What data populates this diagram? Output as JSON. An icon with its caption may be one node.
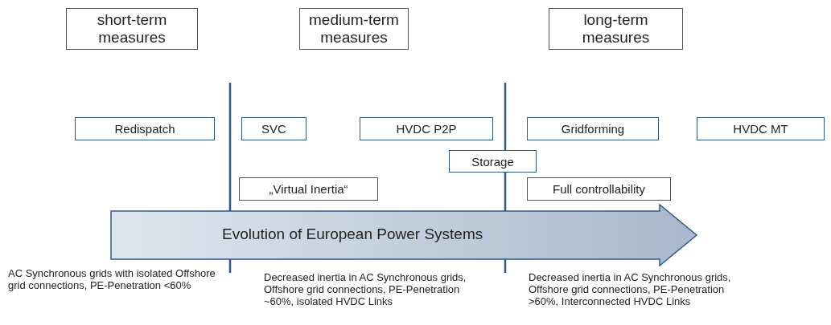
{
  "diagram": {
    "nodes": [
      {
        "text": [
          "short-term measures"
        ]
      },
      {
        "text": [
          "medium-term measures"
        ]
      },
      {
        "text": [
          "long-term measures"
        ]
      },
      {
        "text": [
          "Redispatch"
        ]
      },
      {
        "text": [
          "SVC"
        ]
      },
      {
        "text": [
          "HVDC P2P"
        ]
      },
      {
        "text": [
          "Gridforming"
        ]
      },
      {
        "text": [
          "HVDC MT"
        ]
      },
      {
        "text": [
          "Storage"
        ]
      },
      {
        "text": [
          "„Virtual Inertia“"
        ]
      },
      {
        "text": [
          "Full controllability"
        ]
      },
      {
        "text": [
          "Evolution of European Power Systems"
        ]
      }
    ],
    "edges": [],
    "labels": [
      "AC Synchronous grids with isolated Offshore grid connections, PE-Penetration <60%",
      "Decreased inertia in AC Synchronous grids, Offshore grid connections, PE-Penetration ~60%, isolated HVDC Links",
      "Decreased inertia in AC Synchronous grids, Offshore grid connections, PE-Penetration >60%, Interconnected HVDC Links"
    ]
  }
}
